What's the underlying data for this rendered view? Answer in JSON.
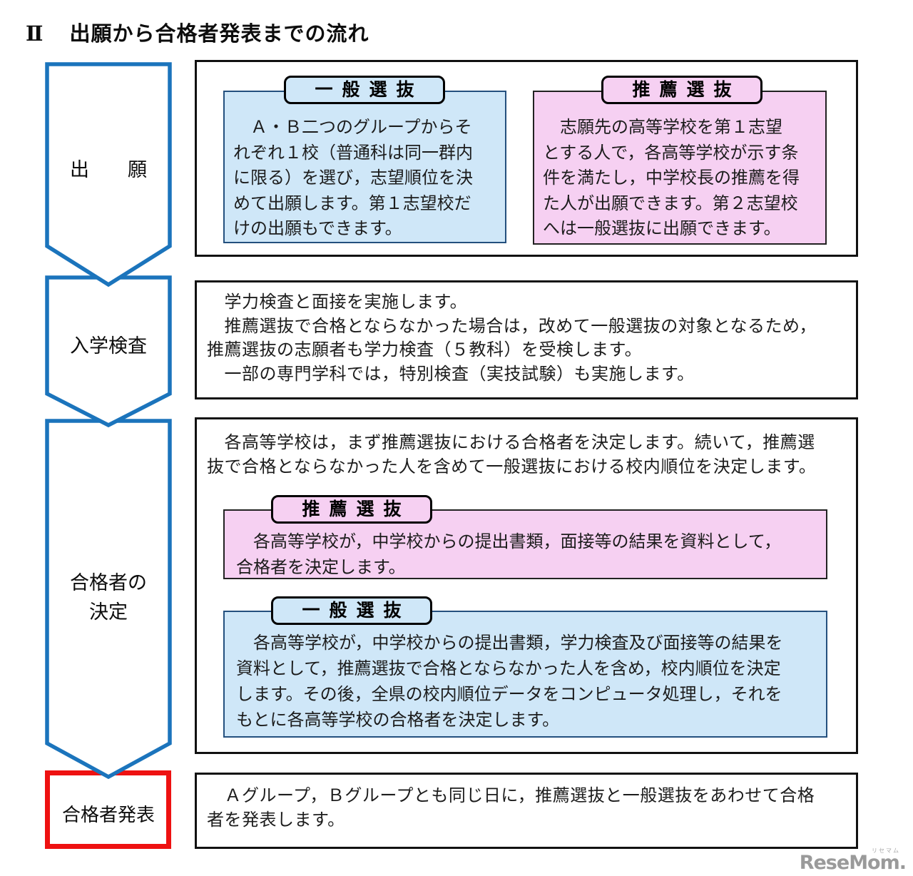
{
  "title": {
    "numeral": "Ⅱ",
    "text": "出願から合格者発表までの流れ"
  },
  "flow": {
    "steps": [
      {
        "label": "出　　願"
      },
      {
        "label": "入学検査"
      },
      {
        "label": "合格者の\n決定"
      },
      {
        "label": "合格者発表"
      }
    ]
  },
  "sections": {
    "application": {
      "general": {
        "heading": "一般選抜",
        "body": "　Ａ・Ｂ二つのグループからそ\nれぞれ１校（普通科は同一群内\nに限る）を選び，志望順位を決\nめて出願します。第１志望校だ\nけの出願もできます。"
      },
      "recommendation": {
        "heading": "推薦選抜",
        "body": "　志願先の高等学校を第１志望\nとする人で，各高等学校が示す条\n件を満たし，中学校長の推薦を得\nた人が出願できます。第２志望校\nへは一般選抜に出願できます。"
      }
    },
    "examination": {
      "body": "　学力検査と面接を実施します。\n　推薦選抜で合格とならなかった場合は，改めて一般選抜の対象となるため，\n推薦選抜の志願者も学力検査（５教科）を受検します。\n　一部の専門学科では，特別検査（実技試験）も実施します。"
    },
    "decision": {
      "intro": "　各高等学校は，まず推薦選抜における合格者を決定します。続いて，推薦選\n抜で合格とならなかった人を含めて一般選抜における校内順位を決定します。",
      "recommendation": {
        "heading": "推薦選抜",
        "body": "　各高等学校が，中学校からの提出書類，面接等の結果を資料として，\n合格者を決定します。"
      },
      "general": {
        "heading": "一般選抜",
        "body": "　各高等学校が，中学校からの提出書類，学力検査及び面接等の結果を\n資料として，推薦選抜で合格とならなかった人を含め，校内順位を決定\nします。その後，全県の校内順位データをコンピュータ処理し，それを\nもとに各高等学校の合格者を決定します。"
      }
    },
    "announcement": {
      "body": "　Ａグループ，Ｂグループとも同じ日に，推薦選抜と一般選抜をあわせて合格\n者を発表します。"
    }
  },
  "colors": {
    "flow_arrow_blue": "#1b74bc",
    "announce_red": "#ee1111",
    "general_blue_fill": "#cfe7f8",
    "recommendation_pink_fill": "#f6d0f2",
    "panel_border": "#111111"
  },
  "watermark": {
    "logo": "ReseMom.",
    "ruby": "リセマム"
  }
}
